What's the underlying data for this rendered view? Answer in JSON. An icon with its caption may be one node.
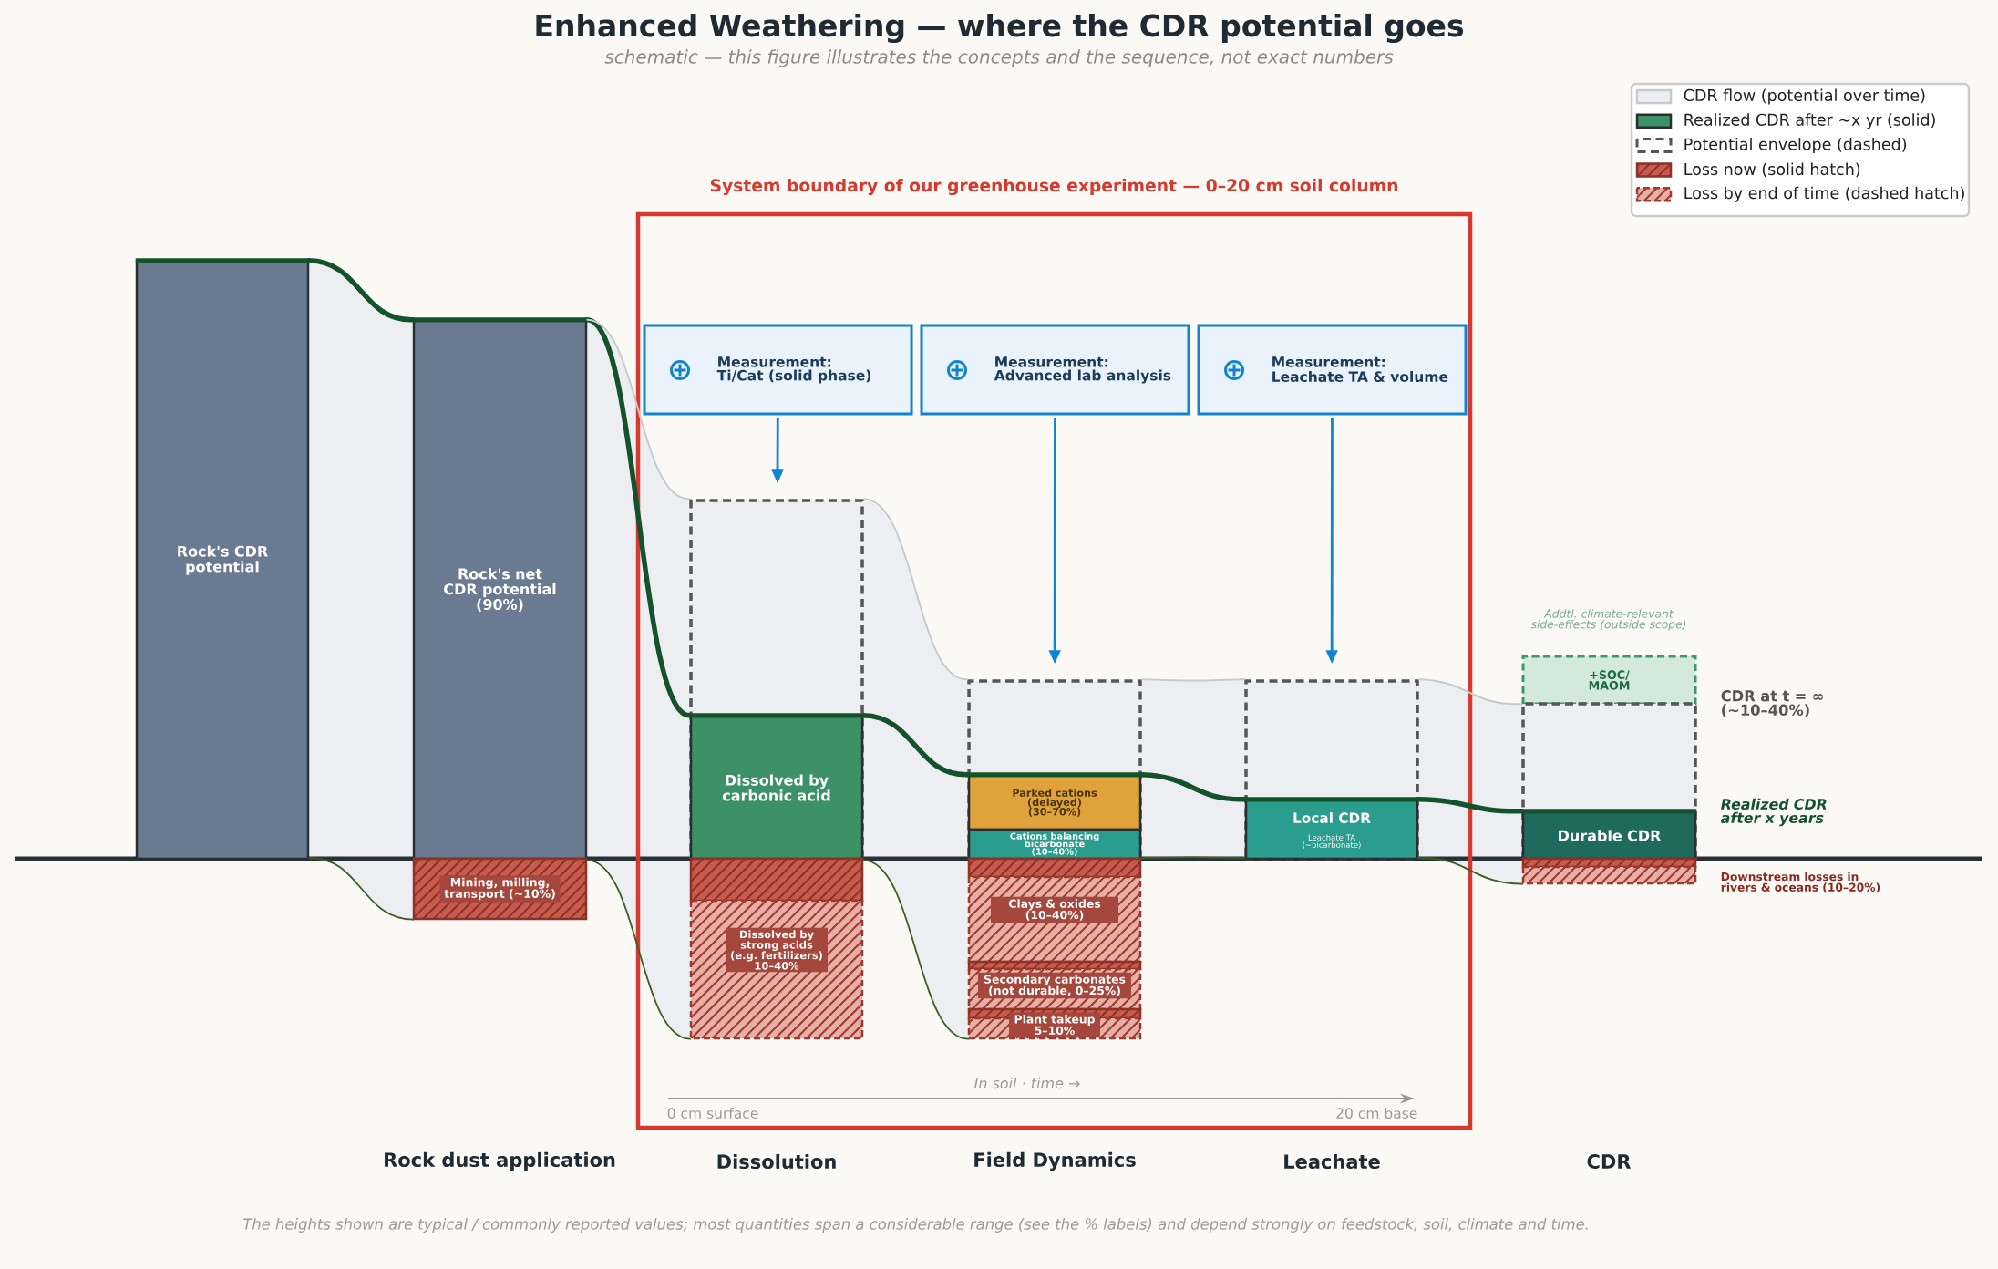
{
  "diagram": {
    "title": "Enhanced Weathering — where the CDR potential goes",
    "caption": "The heights shown are typical / commonly reported values; most quantities span a considerable range (see the % labels) and depend strongly on feedstock, soil, climate and time.",
    "nodes": [
      {
        "text": [
          "Rock's CDR potential"
        ]
      },
      {
        "text": [
          "Rock's net CDR potential (90%)"
        ]
      },
      {
        "text": [
          "Mining, milling, transport (~10%)"
        ]
      },
      {
        "text": [
          "System boundary of our greenhouse experiment — 0–20 cm soil column"
        ]
      },
      {
        "text": [
          "Measurement:",
          "Ti/Cat (solid phase)"
        ],
        "in": 3
      },
      {
        "text": [
          "Measurement:",
          "Advanced lab analysis"
        ],
        "in": 3
      },
      {
        "text": [
          "Measurement:",
          "Leachate TA & volume"
        ],
        "in": 3
      },
      {
        "text": [],
        "shape": "box",
        "in": 3
      },
      {
        "text": [
          "Dissolved by carbonic acid"
        ],
        "in": 7
      },
      {
        "text": [],
        "shape": "bar",
        "in": 3
      },
      {
        "text": [
          "Dissolved by strong acids (e.g. fertilizers) 10–40%"
        ],
        "in": 3
      },
      {
        "text": [],
        "shape": "box",
        "in": 3
      },
      {
        "text": [
          "Parked cations (delayed) (30–70%)"
        ],
        "in": 11
      },
      {
        "text": [
          "Cations balancing bicarbonate (10–40%)"
        ],
        "in": 11
      },
      {
        "text": [],
        "shape": "bar",
        "in": 3
      },
      {
        "text": [
          "Clays & oxides (10–40%)"
        ],
        "in": 3
      },
      {
        "text": [],
        "shape": "bar",
        "in": 3
      },
      {
        "text": [
          "Secondary carbonates (not durable, 0–25%)"
        ],
        "in": 3
      },
      {
        "text": [],
        "shape": "bar",
        "in": 3
      },
      {
        "text": [
          "Plant takeup 5–10%"
        ],
        "in": 3
      },
      {
        "text": [],
        "shape": "box",
        "in": 3
      },
      {
        "text": [
          "Local CDR",
          "Leachate TA (~bicarbonate)"
        ],
        "in": 20
      },
      {
        "text": [
          "+SOC/ MAOM"
        ],
        "beside": [
          "Addtl. climate-relevant side-effects (outside scope)"
        ]
      },
      {
        "text": [],
        "shape": "box",
        "beside": [
          "CDR at t = ∞ (~10–40%)"
        ]
      },
      {
        "text": [
          "Durable CDR"
        ],
        "in": 23,
        "beside": [
          "Realized CDR after x years"
        ]
      },
      {
        "text": [],
        "shape": "bar"
      },
      {
        "text": [],
        "shape": "bar",
        "beside": [
          "Downstream losses in rivers & oceans (10–20%)"
        ]
      }
    ],
    "edges": [
      {
        "from": 4,
        "to": 7,
        "arrow": "to",
        "color": "#1184d0"
      },
      {
        "from": 5,
        "to": 11,
        "arrow": "to",
        "color": "#1184d0"
      },
      {
        "from": 6,
        "to": 20,
        "arrow": "to",
        "color": "#1184d0"
      },
      {
        "from": 0,
        "to": 1,
        "arrow": "none",
        "style": "thick",
        "color": "#14522c"
      },
      {
        "from": 1,
        "to": 8,
        "arrow": "none",
        "style": "thick",
        "color": "#14522c"
      },
      {
        "from": 8,
        "to": 12,
        "arrow": "none",
        "style": "thick",
        "color": "#14522c"
      },
      {
        "from": 12,
        "to": 21,
        "arrow": "none",
        "style": "thick",
        "color": "#14522c"
      },
      {
        "from": 21,
        "to": 24,
        "arrow": "none",
        "style": "thick",
        "color": "#14522c"
      },
      {
        "from": 1,
        "to": 7,
        "arrow": "none",
        "color": "#c6cbd2"
      },
      {
        "from": 7,
        "to": 11,
        "arrow": "none",
        "color": "#c6cbd2"
      },
      {
        "from": 11,
        "to": 20,
        "arrow": "none",
        "color": "#c6cbd2"
      },
      {
        "from": 20,
        "to": 23,
        "arrow": "none",
        "color": "#c6cbd2"
      },
      {
        "from": 0,
        "to": 2,
        "arrow": "none",
        "color": "#3b5e23"
      },
      {
        "from": 2,
        "to": 10,
        "arrow": "none",
        "color": "#3b5e23"
      },
      {
        "from": 9,
        "to": 19,
        "arrow": "none",
        "color": "#3b5e23"
      },
      {
        "from": 13,
        "to": 21,
        "arrow": "none",
        "color": "#3b5e23"
      },
      {
        "from": 21,
        "to": 26,
        "arrow": "none",
        "color": "#3b5e23"
      }
    ],
    "labels": [
      "schematic — this figure illustrates the concepts and the sequence, not exact numbers",
      "In soil · time →",
      "0 cm surface",
      "20 cm base",
      "Rock dust application",
      "Dissolution",
      "Field Dynamics",
      "Leachate",
      "CDR"
    ],
    "legend": [
      {
        "text": "CDR flow (potential over time)",
        "color": "#eceef2"
      },
      {
        "text": "Realized CDR after ~x yr (solid)",
        "color": "#3d9166"
      },
      {
        "text": "Potential envelope (dashed)"
      },
      {
        "text": "Loss now (solid hatch)"
      },
      {
        "text": "Loss by end of time (dashed hatch)"
      }
    ]
  }
}
